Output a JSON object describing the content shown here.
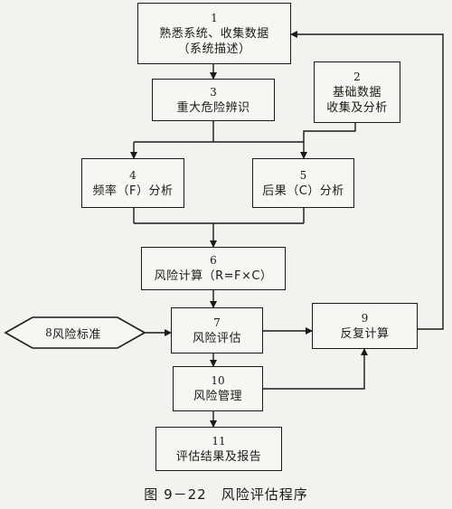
{
  "diagram": {
    "nodes": [
      {
        "id": "n1",
        "number": "1",
        "lines": [
          "熟悉系统、收集数据",
          "（系统描述）"
        ]
      },
      {
        "id": "n2",
        "number": "2",
        "lines": [
          "基础数据",
          "收集及分析"
        ]
      },
      {
        "id": "n3",
        "number": "3",
        "lines": [
          "重大危险辨识"
        ]
      },
      {
        "id": "n4",
        "number": "4",
        "lines": [
          "频率（F）分析"
        ]
      },
      {
        "id": "n5",
        "number": "5",
        "lines": [
          "后果（C）分析"
        ]
      },
      {
        "id": "n6",
        "number": "6",
        "lines": [
          "风险计算（R=F×C）"
        ]
      },
      {
        "id": "n7",
        "number": "7",
        "lines": [
          "风险评估"
        ]
      },
      {
        "id": "n8",
        "number": "8",
        "lines": [
          "风险标准"
        ]
      },
      {
        "id": "n9",
        "number": "9",
        "lines": [
          "反复计算"
        ]
      },
      {
        "id": "n10",
        "number": "10",
        "lines": [
          "风险管理"
        ]
      },
      {
        "id": "n11",
        "number": "11",
        "lines": [
          "评估结果及报告"
        ]
      }
    ],
    "caption": "图 9－22　风险评估程序"
  }
}
